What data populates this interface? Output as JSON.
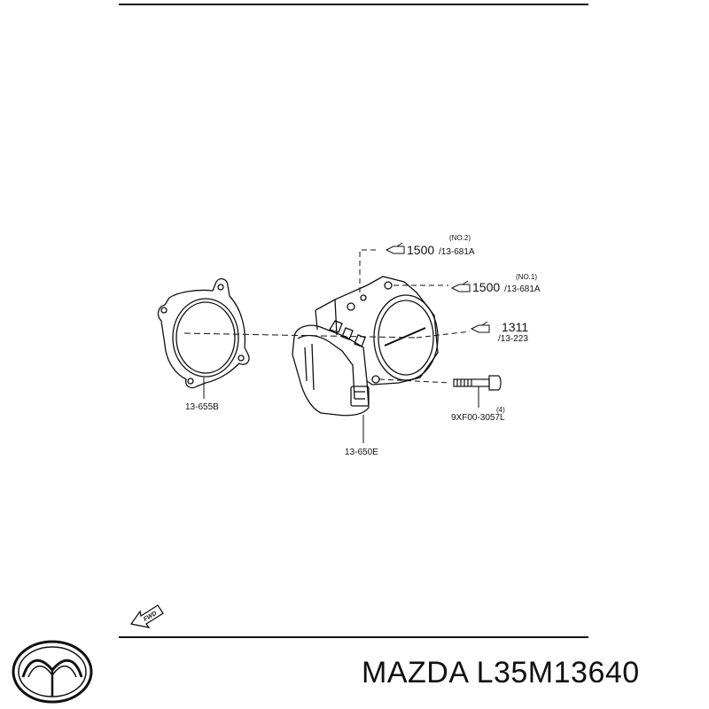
{
  "diagram": {
    "labels": {
      "gasket": "13-655B",
      "throttle_body": "13-650E",
      "bolt_part": "9XF00-3057L",
      "bolt_qty": "(4)",
      "no2": "(NO.2)",
      "torque_no2": "1500",
      "part_no2": "/13-681A",
      "no1": "(NO.1)",
      "torque_no1": "1500",
      "part_no1": "/13-681A",
      "torque_seal": "1311",
      "part_seal": "/13-223",
      "fwd": "FWD"
    }
  },
  "footer": {
    "brand": "MAZDA",
    "part_number": "L35M13640"
  },
  "colors": {
    "ink": "#111111",
    "background": "#ffffff"
  },
  "icons": [
    "mazda-logo-icon",
    "pointing-hand-icon",
    "fwd-arrow-icon"
  ]
}
